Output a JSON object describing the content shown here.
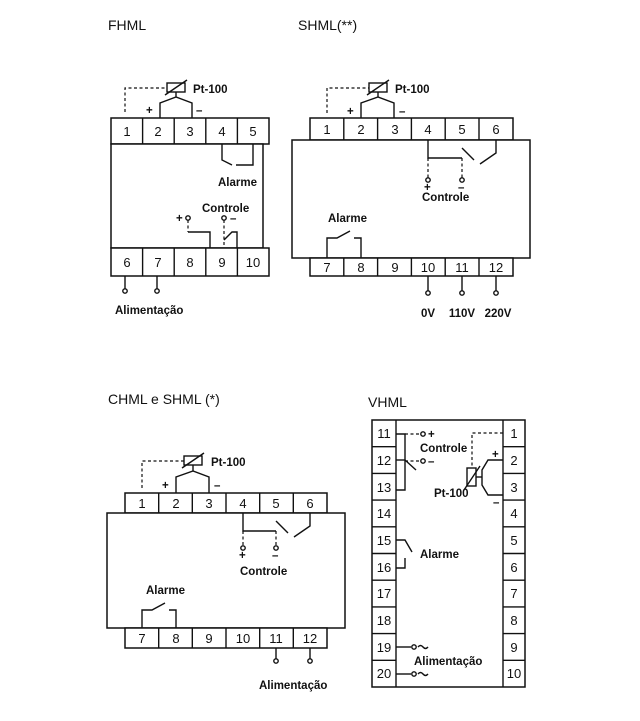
{
  "diagrams": {
    "fhml": {
      "title": "FHML",
      "top_terminals": [
        "1",
        "2",
        "3",
        "4",
        "5"
      ],
      "bottom_terminals": [
        "6",
        "7",
        "8",
        "9",
        "10"
      ],
      "sensor_label": "Pt-100",
      "alarm_label": "Alarme",
      "control_label": "Controle",
      "power_label": "Alimentação",
      "plus": "+",
      "minus": "–"
    },
    "shml2": {
      "title": "SHML(**)",
      "top_terminals": [
        "1",
        "2",
        "3",
        "4",
        "5",
        "6"
      ],
      "bottom_terminals": [
        "7",
        "8",
        "9",
        "10",
        "11",
        "12"
      ],
      "sensor_label": "Pt-100",
      "alarm_label": "Alarme",
      "control_label": "Controle",
      "voltages": [
        "0V",
        "110V",
        "220V"
      ],
      "plus": "+",
      "minus": "–"
    },
    "chml": {
      "title": "CHML e SHML (*)",
      "top_terminals": [
        "1",
        "2",
        "3",
        "4",
        "5",
        "6"
      ],
      "bottom_terminals": [
        "7",
        "8",
        "9",
        "10",
        "11",
        "12"
      ],
      "sensor_label": "Pt-100",
      "alarm_label": "Alarme",
      "control_label": "Controle",
      "power_label": "Alimentação",
      "plus": "+",
      "minus": "–"
    },
    "vhml": {
      "title": "VHML",
      "left_terminals": [
        "11",
        "12",
        "13",
        "14",
        "15",
        "16",
        "17",
        "18",
        "19",
        "20"
      ],
      "right_terminals": [
        "1",
        "2",
        "3",
        "4",
        "5",
        "6",
        "7",
        "8",
        "9",
        "10"
      ],
      "sensor_label": "Pt-100",
      "alarm_label": "Alarme",
      "control_label": "Controle",
      "power_label": "Alimentação",
      "plus": "+",
      "minus": "–"
    }
  }
}
